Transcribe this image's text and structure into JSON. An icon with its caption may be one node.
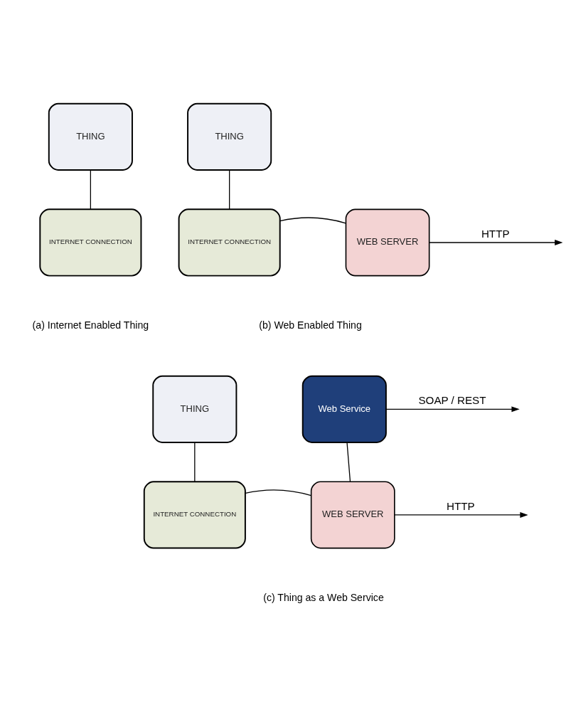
{
  "diagram": {
    "nodes": [
      {
        "text": [
          "THING"
        ]
      },
      {
        "text": [
          "INTERNET CONNECTION"
        ]
      },
      {
        "text": [
          "THING"
        ]
      },
      {
        "text": [
          "INTERNET CONNECTION"
        ]
      },
      {
        "text": [
          "WEB SERVER"
        ]
      },
      {
        "text": [
          "THING"
        ]
      },
      {
        "text": [
          "Web Service"
        ]
      },
      {
        "text": [
          "INTERNET CONNECTION"
        ]
      },
      {
        "text": [
          "WEB SERVER"
        ]
      }
    ],
    "edges": [
      {
        "from": 0,
        "to": 1,
        "arrow": "none"
      },
      {
        "from": 2,
        "to": 3,
        "arrow": "none"
      },
      {
        "from": 3,
        "to": 4,
        "arrow": "none"
      },
      {
        "from": 4,
        "to": null,
        "arrow": "to",
        "label": "HTTP"
      },
      {
        "from": 5,
        "to": 7,
        "arrow": "none"
      },
      {
        "from": 7,
        "to": 8,
        "arrow": "none"
      },
      {
        "from": 8,
        "to": 6,
        "arrow": "none"
      },
      {
        "from": 6,
        "to": null,
        "arrow": "to",
        "label": "SOAP / REST"
      },
      {
        "from": 8,
        "to": null,
        "arrow": "to",
        "label": "HTTP"
      }
    ],
    "labels": [
      "(a) Internet Enabled Thing",
      "(b) Web Enabled Thing",
      "(c) Thing as a Web Service"
    ]
  }
}
